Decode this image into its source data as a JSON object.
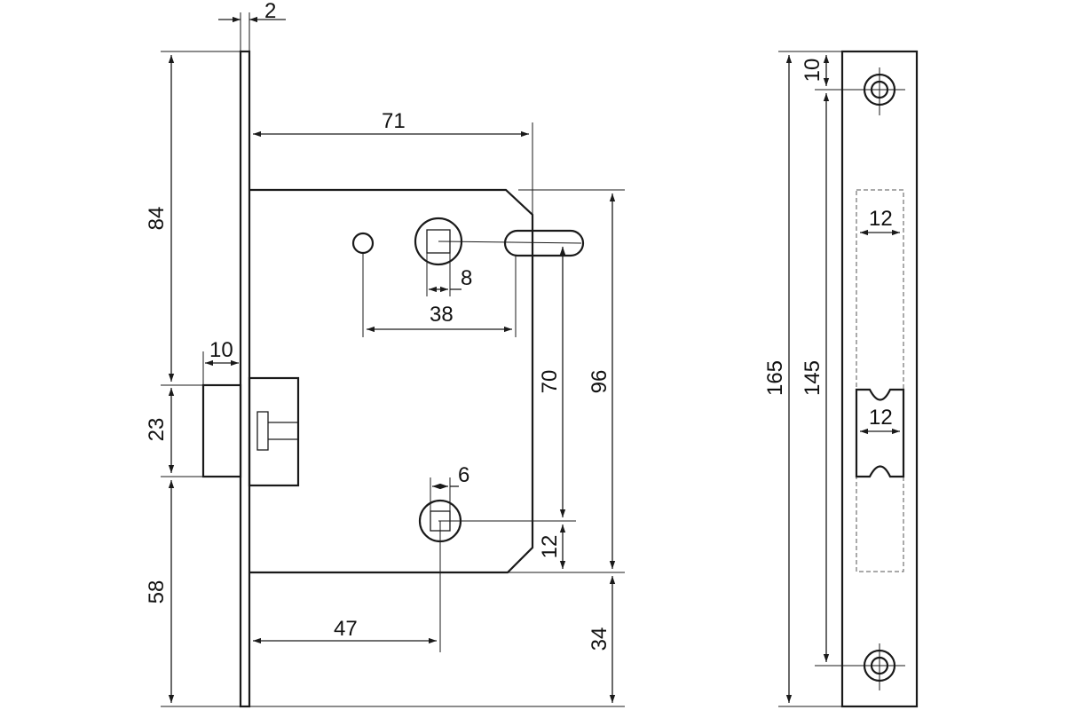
{
  "dimensions": {
    "faceplate_thickness": "2",
    "backset_depth": "71",
    "height_above_latch": "84",
    "latch_projection": "10",
    "latch_height": "23",
    "height_below_latch": "58",
    "spindle_square": "8",
    "spindle_to_slot": "38",
    "center_distance": "70",
    "case_height": "96",
    "lower_square": "6",
    "lower_offset": "12",
    "lower_square_from_faceplate": "47",
    "case_bottom_to_plate_bottom": "34",
    "strike_total_height": "165",
    "strike_hole_distance": "145",
    "strike_top_hole": "10",
    "strike_upper_width": "12",
    "strike_lower_width": "12"
  }
}
